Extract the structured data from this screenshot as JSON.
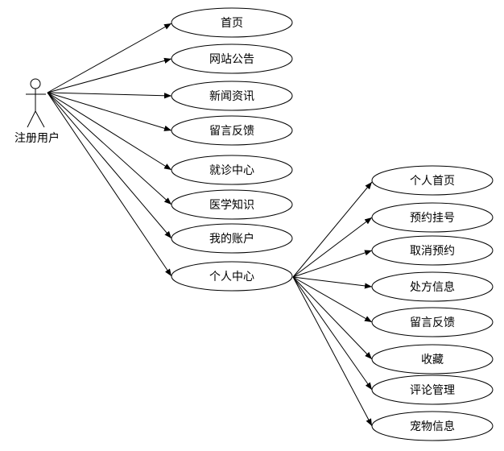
{
  "actor": {
    "label": "注册用户"
  },
  "level1_use_cases": [
    {
      "id": "uc-home",
      "label": "首页"
    },
    {
      "id": "uc-announcement",
      "label": "网站公告"
    },
    {
      "id": "uc-news",
      "label": "新闻资讯"
    },
    {
      "id": "uc-feedback",
      "label": "留言反馈"
    },
    {
      "id": "uc-clinic",
      "label": "就诊中心"
    },
    {
      "id": "uc-medical-knowledge",
      "label": "医学知识"
    },
    {
      "id": "uc-my-account",
      "label": "我的账户"
    },
    {
      "id": "uc-personal-center",
      "label": "个人中心"
    }
  ],
  "level2_use_cases": [
    {
      "id": "uc-personal-home",
      "label": "个人首页"
    },
    {
      "id": "uc-book-registration",
      "label": "预约挂号"
    },
    {
      "id": "uc-cancel-booking",
      "label": "取消预约"
    },
    {
      "id": "uc-prescription",
      "label": "处方信息"
    },
    {
      "id": "uc-feedback-2",
      "label": "留言反馈"
    },
    {
      "id": "uc-favorites",
      "label": "收藏"
    },
    {
      "id": "uc-review-management",
      "label": "评论管理"
    },
    {
      "id": "uc-pet-info",
      "label": "宠物信息"
    }
  ]
}
